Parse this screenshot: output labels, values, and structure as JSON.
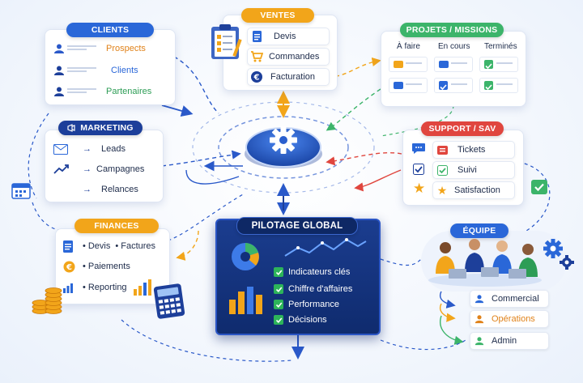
{
  "clients": {
    "title": "CLIENTS",
    "items": [
      {
        "label": "Prospects",
        "color": "#e0821a"
      },
      {
        "label": "Clients",
        "color": "#2a67d8"
      },
      {
        "label": "Partenaires",
        "color": "#2d9d56"
      }
    ]
  },
  "ventes": {
    "title": "VENTES",
    "items": [
      {
        "label": "Devis",
        "icon": "document-icon"
      },
      {
        "label": "Commandes",
        "icon": "cart-icon"
      },
      {
        "label": "Facturation",
        "icon": "euro-icon"
      }
    ]
  },
  "projets": {
    "title": "PROJETS / MISSIONS",
    "columns": [
      "À faire",
      "En cours",
      "Terminés"
    ]
  },
  "marketing": {
    "title": "MARKETING",
    "items": [
      "Leads",
      "Campagnes",
      "Relances"
    ]
  },
  "support": {
    "title": "SUPPORT / SAV",
    "items": [
      "Tickets",
      "Suivi",
      "Satisfaction"
    ]
  },
  "finances": {
    "title": "FINANCES",
    "line1_a": "Devis",
    "line1_b": "Factures",
    "line2": "Paiements",
    "line3": "Reporting"
  },
  "pilotage": {
    "title": "PILOTAGE GLOBAL",
    "items": [
      "Indicateurs clés",
      "Chiffre d'affaires",
      "Performance",
      "Décisions"
    ]
  },
  "equipe": {
    "title": "ÉQUIPE",
    "items": [
      {
        "label": "Commercial",
        "color": "#1d2b4a"
      },
      {
        "label": "Opérations",
        "color": "#e0821a"
      },
      {
        "label": "Admin",
        "color": "#1d2b4a"
      }
    ]
  },
  "colors": {
    "blue": "#2a67d8",
    "orange": "#f2a51a",
    "green": "#3cb46a",
    "red": "#e0463e",
    "navy": "#1d3f9a"
  }
}
